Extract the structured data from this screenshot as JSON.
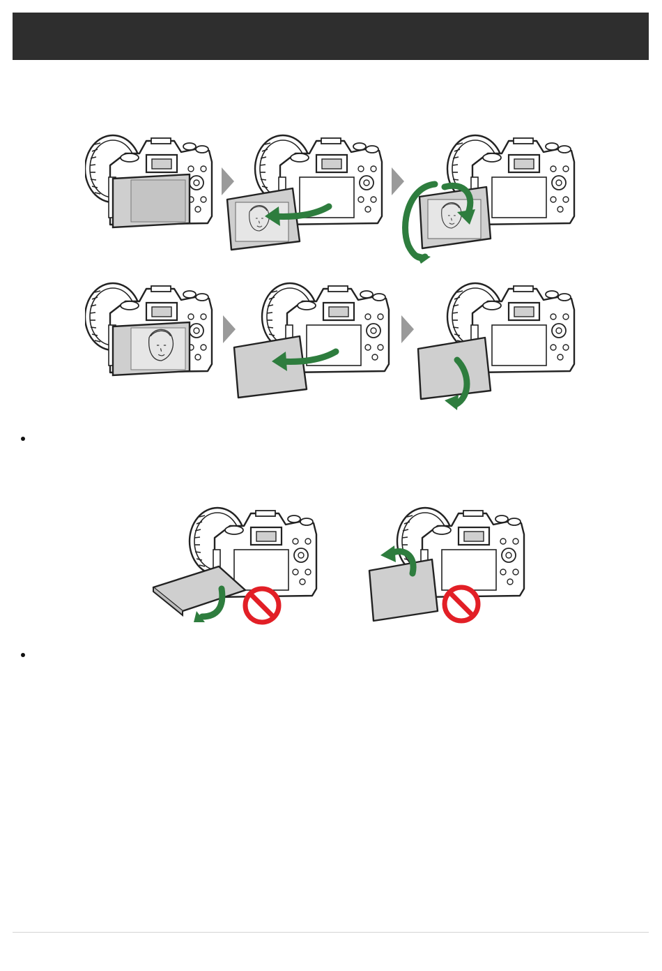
{
  "header": {
    "title": ""
  },
  "colors": {
    "header_bg": "#2e2e2e",
    "arrow_green": "#2e7d3e",
    "prohibit_red": "#e21f26",
    "step_arrow_gray": "#9a9a9a",
    "rule_gray": "#d4d4d4"
  },
  "figures": {
    "row1": [
      "camera-monitor-stowed",
      "camera-monitor-swung-out",
      "camera-monitor-rotated-forward"
    ],
    "row2": [
      "camera-monitor-selfie-position",
      "camera-monitor-swung-out-reverse",
      "camera-monitor-rotated-back"
    ],
    "caution": [
      "camera-monitor-tilted-down-prohibited",
      "camera-monitor-rotated-up-prohibited"
    ]
  },
  "bullets": [
    "",
    ""
  ]
}
